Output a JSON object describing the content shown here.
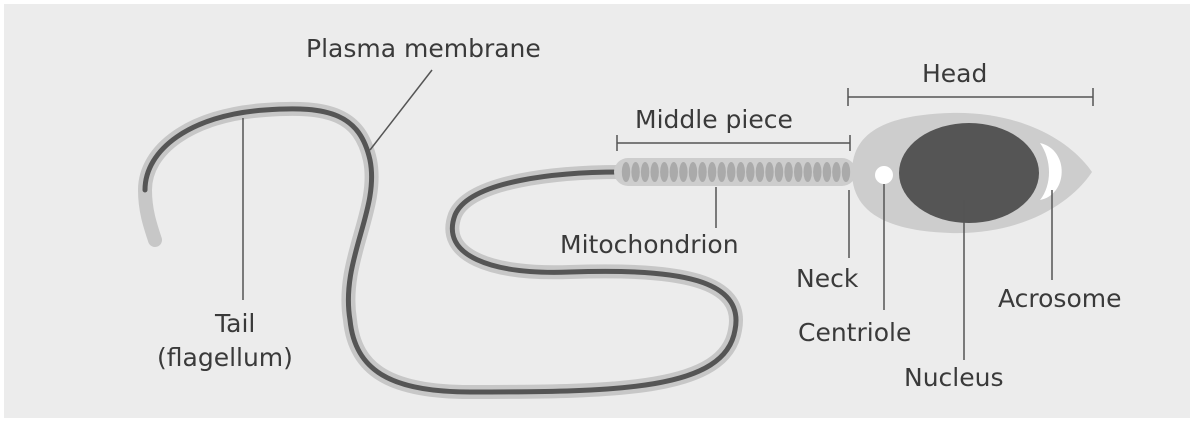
{
  "diagram": {
    "labels": {
      "plasma_membrane": "Plasma membrane",
      "head": "Head",
      "middle_piece": "Middle piece",
      "mitochondrion": "Mitochondrion",
      "neck": "Neck",
      "centriole": "Centriole",
      "nucleus": "Nucleus",
      "acrosome": "Acrosome",
      "tail_line1": "Tail",
      "tail_line2": "(flagellum)"
    },
    "colors": {
      "background": "#ececec",
      "membrane": "#c7c7c7",
      "axoneme": "#555555",
      "nucleus": "#555555",
      "head": "#cdcdcd",
      "mitochondria": "#aaaaaa",
      "leader_line": "#555555",
      "text": "#3a3a3a"
    }
  }
}
